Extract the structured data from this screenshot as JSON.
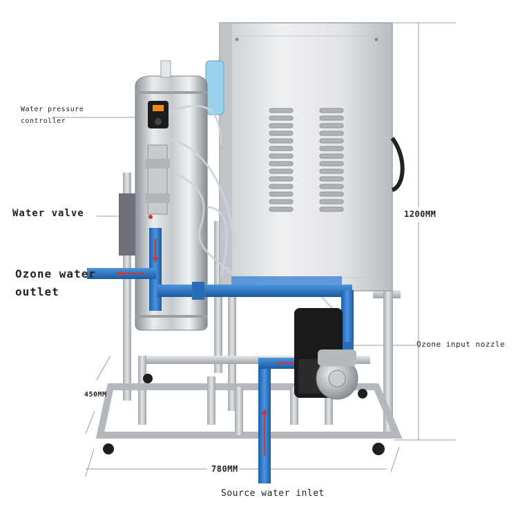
{
  "labels": {
    "water_pressure_controller": "Water pressure\ncontroller",
    "water_valve": "Water valve",
    "ozone_water_outlet": "Ozone water\noutlet",
    "ozone_input_nozzle": "Ozone input nozzle",
    "source_water_inlet": "Source water inlet"
  },
  "dimensions": {
    "height": "1200MM",
    "depth": "450MM",
    "width": "780MM"
  },
  "colors": {
    "pipe_blue": "#2f78c8",
    "arrow_red": "#d6332a",
    "steel_light": "#e6e8ea",
    "steel_dark": "#9aa0a6",
    "leader_line": "#9a9a9a"
  }
}
